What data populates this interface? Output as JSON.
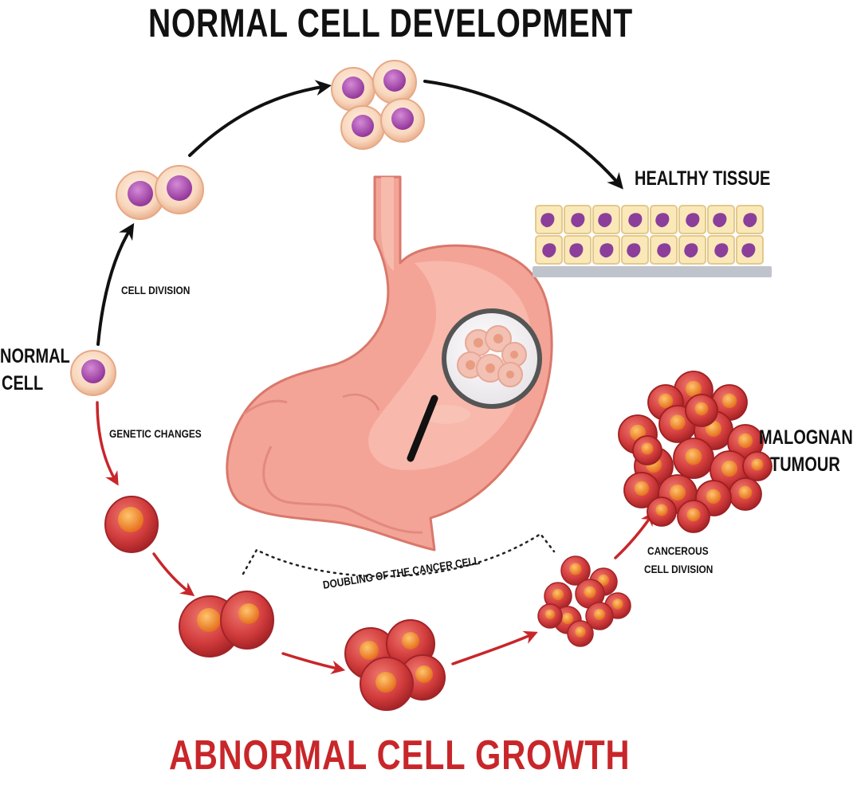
{
  "titles": {
    "top": "NORMAL CELL DEVELOPMENT",
    "bottom": "ABNORMAL CELL GROWTH"
  },
  "labels": {
    "normal_cell_line1": "NORMAL",
    "normal_cell_line2": "CELL",
    "cell_division": "CELL DIVISION",
    "healthy_tissue": "HEALTHY TISSUE",
    "genetic_changes": "GENETIC CHANGES",
    "doubling": "DOUBLING OF THE CANCER CELL",
    "cancerous_line1": "CANCEROUS",
    "cancerous_line2": "CELL DIVISION",
    "malignant_line1": "MALOGNANT",
    "malignant_line2": "TUMOUR"
  },
  "colors": {
    "normal_arrow": "#111111",
    "abnormal_arrow": "#c8262a",
    "title_abnormal": "#c8262a",
    "normal_cell_fill": "#f9d9c2",
    "normal_nucleus": "#a64aa8",
    "cancer_cell_fill": "#c9343a",
    "cancer_nucleus": "#f08a2a",
    "stomach": "#f2a196"
  }
}
